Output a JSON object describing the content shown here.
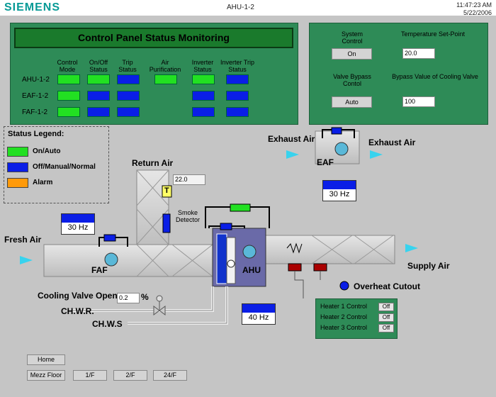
{
  "header": {
    "logo": "SIEMENS",
    "title": "AHU-1-2",
    "time": "11:47:23 AM",
    "date": "5/22/2006"
  },
  "status_panel": {
    "banner": "Control Panel Status Monitoring",
    "columns": [
      "Control Mode",
      "On/Off Status",
      "Trip Status",
      "Air Purification",
      "Inverter Status",
      "Inverter Trip Status"
    ],
    "rows": [
      {
        "label": "AHU-1-2",
        "states": [
          "green",
          "green",
          "blue",
          "green",
          "green",
          "blue"
        ]
      },
      {
        "label": "EAF-1-2",
        "states": [
          "green",
          "blue",
          "blue",
          "",
          "blue",
          "blue"
        ]
      },
      {
        "label": "FAF-1-2",
        "states": [
          "green",
          "blue",
          "blue",
          "",
          "blue",
          "blue"
        ]
      }
    ]
  },
  "control_panel": {
    "system_control_label": "System Control",
    "system_control_value": "On",
    "temp_setpoint_label": "Temperature Set-Point",
    "temp_setpoint_value": "20.0",
    "valve_bypass_label": "Valve Bypass Contol",
    "valve_bypass_value": "Auto",
    "bypass_value_label": "Bypass Value of Cooling Valve",
    "bypass_value_value": "100"
  },
  "legend": {
    "title": "Status Legend:",
    "items": [
      {
        "label": "On/Auto",
        "color": "#22e022"
      },
      {
        "label": "Off/Manual/Normal",
        "color": "#0a1ee6"
      },
      {
        "label": "Alarm",
        "color": "#ff9a0a"
      }
    ]
  },
  "diagram": {
    "exhaust_air_in": "Exhaust Air",
    "exhaust_air_out": "Exhaust Air",
    "eaf_label": "EAF",
    "eaf_vfd": {
      "title": "VFD",
      "value": "30",
      "unit": "Hz"
    },
    "return_air": "Return Air",
    "return_temp": "22.0",
    "temp_sensor": "T",
    "smoke_detector": "Smoke Detector",
    "fresh_air": "Fresh Air",
    "faf_label": "FAF",
    "faf_vfd": {
      "title": "VFD",
      "value": "30",
      "unit": "Hz"
    },
    "ahu_label": "AHU",
    "ahu_vfd": {
      "title": "VFD",
      "value": "40",
      "unit": "Hz"
    },
    "supply_air": "Supply Air",
    "overheat_cutout": "Overheat Cutout",
    "cooling_valve_label": "Cooling Valve Open",
    "cooling_valve_value": "0.2",
    "cooling_valve_unit": "%",
    "chwr": "CH.W.R.",
    "chws": "CH.W.S"
  },
  "heaters": [
    {
      "label": "Heater 1 Control",
      "value": "Off"
    },
    {
      "label": "Heater 2 Control",
      "value": "Off"
    },
    {
      "label": "Heater 3 Control",
      "value": "Off"
    }
  ],
  "nav": {
    "home": "Home",
    "mezz": "Mezz Floor",
    "f1": "1/F",
    "f2": "2/F",
    "f24": "24/F"
  },
  "colors": {
    "on": "#22e022",
    "off": "#0a1ee6",
    "alarm": "#ff9a0a",
    "panel": "#2e8b57",
    "arrow": "#38d3ee"
  }
}
